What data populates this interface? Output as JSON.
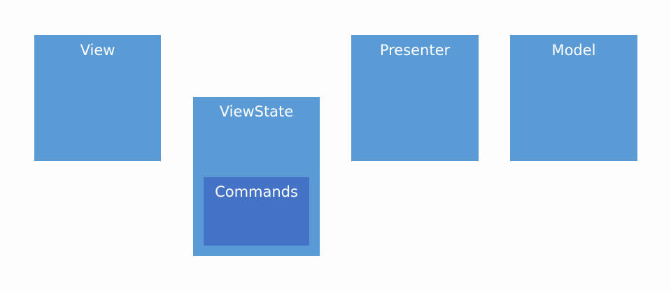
{
  "diagram": {
    "nodes": {
      "view": {
        "label": "View"
      },
      "viewstate": {
        "label": "ViewState"
      },
      "commands": {
        "label": "Commands"
      },
      "presenter": {
        "label": "Presenter"
      },
      "model": {
        "label": "Model"
      }
    },
    "colors": {
      "box": "#5b9bd5",
      "inner_box": "#4472c4",
      "label": "#ffffff",
      "background": "#fdfdfe"
    }
  }
}
